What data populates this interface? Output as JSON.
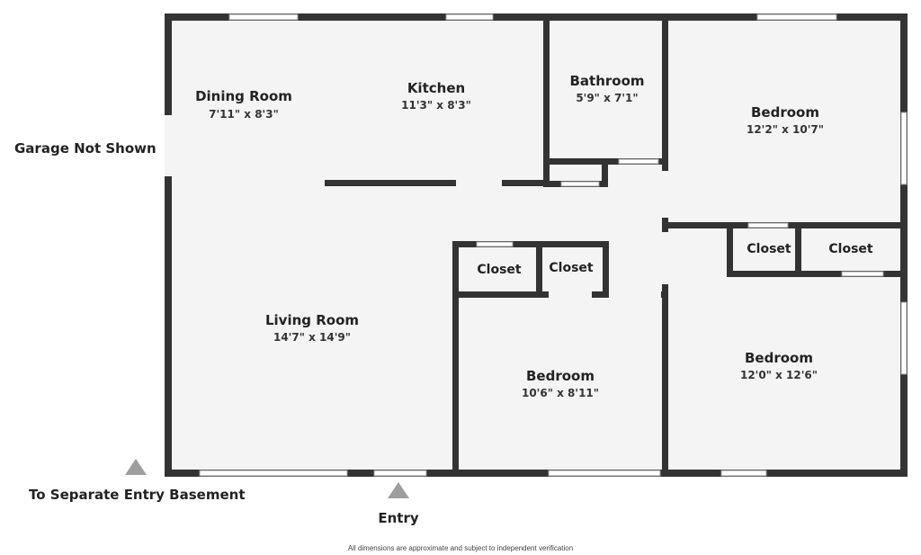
{
  "rooms": {
    "dining": {
      "name": "Dining Room",
      "dims": "7'11\" x 8'3\""
    },
    "kitchen": {
      "name": "Kitchen",
      "dims": "11'3\" x 8'3\""
    },
    "bathroom": {
      "name": "Bathroom",
      "dims": "5'9\" x 7'1\""
    },
    "bedroom_ne": {
      "name": "Bedroom",
      "dims": "12'2\" x 10'7\""
    },
    "living": {
      "name": "Living Room",
      "dims": "14'7\" x 14'9\""
    },
    "bedroom_center": {
      "name": "Bedroom",
      "dims": "10'6\" x 8'11\""
    },
    "bedroom_se": {
      "name": "Bedroom",
      "dims": "12'0\" x 12'6\""
    }
  },
  "closets": {
    "left": "Closet",
    "middle": "Closet",
    "right_a": "Closet",
    "right_b": "Closet"
  },
  "labels": {
    "garage": "Garage Not Shown",
    "basement": "To Separate Entry Basement",
    "entry": "Entry"
  },
  "footnote": "All dimensions are approximate and subject to independent verification",
  "colors": {
    "wall": "#333333",
    "floor": "#f4f4f4",
    "marker": "#9e9e9e"
  }
}
